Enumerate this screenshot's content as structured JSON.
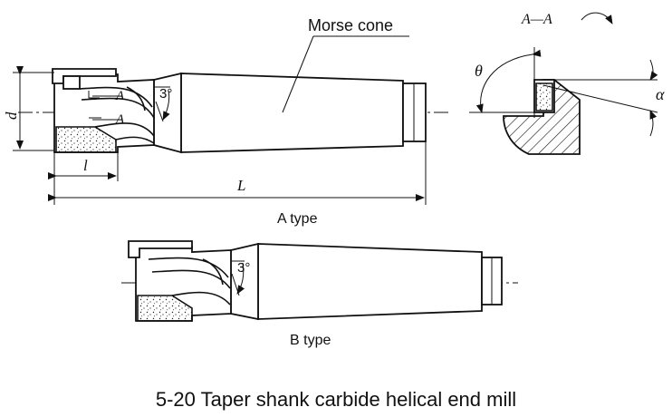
{
  "labels": {
    "morse_cone": "Morse cone",
    "section": "A—A",
    "theta": "θ",
    "alpha": "α",
    "d": "d",
    "l": "l",
    "L": "L",
    "angle_a": "3°",
    "angle_b": "3°",
    "section_mark_top": "A",
    "section_mark_bottom": "A",
    "type_a": "A type",
    "type_b": "B type"
  },
  "caption": "5-20 Taper shank carbide helical end mill"
}
